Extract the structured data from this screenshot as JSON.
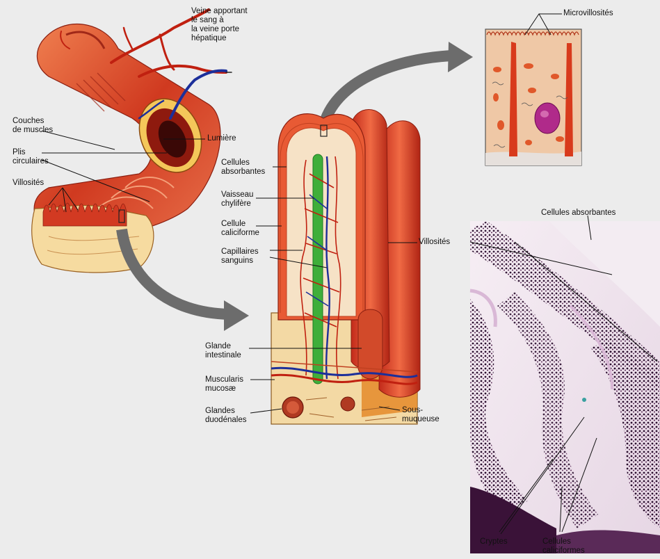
{
  "labels": {
    "veine": "Veine apportant\nle sang à\nla veine porte\nhépatique",
    "couches": "Couches\nde muscles",
    "lumiere": "Lumière",
    "plis": "Plis\ncirculaires",
    "villosites_left": "Villosités",
    "cellules_absorbantes_mid": "Cellules\nabsorbantes",
    "vaisseau": "Vaisseau\nchylifère",
    "cellule_caliciforme": "Cellule\ncaliciforme",
    "capillaires": "Capillaires\nsanguins",
    "villosites_mid": "Villosités",
    "glande_intestinale": "Glande\nintestinale",
    "muscularis": "Muscularis\nmucosæ",
    "glandes_duodenales": "Glandes\nduodénales",
    "sous_muqueuse": "Sous-\nmuqueuse",
    "microvillosites": "Microvillosités",
    "cellules_absorbantes_right": "Cellules absorbantes",
    "cryptes": "Cryptes",
    "cellules_caliciformes": "Cellules\ncaliciformes"
  },
  "colors": {
    "background": "#ececec",
    "muscle_red": "#c8321e",
    "muscle_light": "#e86a3c",
    "submucosa": "#f3d79a",
    "lymph_green": "#3fae3a",
    "vein_blue": "#1c2f9a",
    "cell_cytoplasm": "#f0c8a8",
    "nucleus": "#b02a8a",
    "histo_dark": "#2a0e2e",
    "histo_light": "#f4eef2",
    "arrow_grey": "#707070"
  }
}
